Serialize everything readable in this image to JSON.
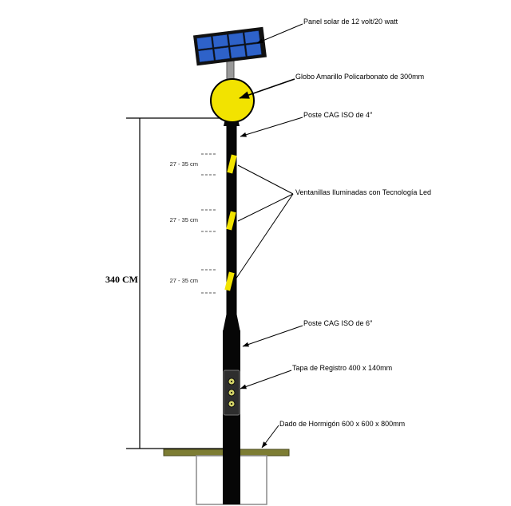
{
  "labels": {
    "solar_panel": "Panel solar de 12 volt/20 watt",
    "globe": "Globo Amarillo Policarbonato de 300mm",
    "pole_4": "Poste CAG ISO de 4″",
    "windows": "Ventanillas Iluminadas con Tecnología Led",
    "pole_6": "Poste CAG ISO de 6″",
    "register_cover": "Tapa de Registro 400 x 140mm",
    "foundation": "Dado de Hormigón 600 x 600 x 800mm",
    "height_dimension": "340 CM",
    "spacing": [
      "27 - 35 cm",
      "27 - 35 cm",
      "27 - 35 cm"
    ]
  },
  "colors": {
    "panel_blue": "#2e62c9",
    "panel_frame": "#111111",
    "globe_yellow": "#f2e300",
    "window_yellow": "#f2e300",
    "pole_black": "#060606",
    "ground_olive": "#7d7d33",
    "foundation_gray": "#8a8a8a",
    "register_dark": "#2e2e2e"
  }
}
